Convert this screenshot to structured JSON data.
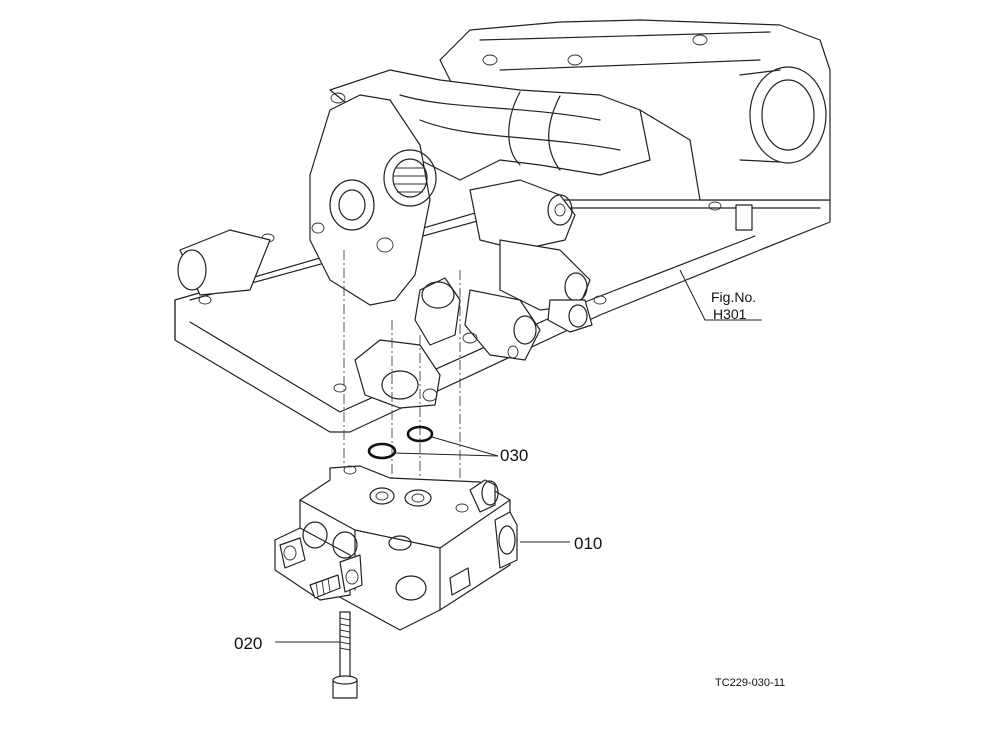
{
  "diagram": {
    "labels": {
      "fig_ref_line1": "Fig.No.",
      "fig_ref_line2": "H301",
      "part_030": "030",
      "part_010": "010",
      "part_020": "020",
      "drawing_code": "TC229-030-11"
    }
  }
}
